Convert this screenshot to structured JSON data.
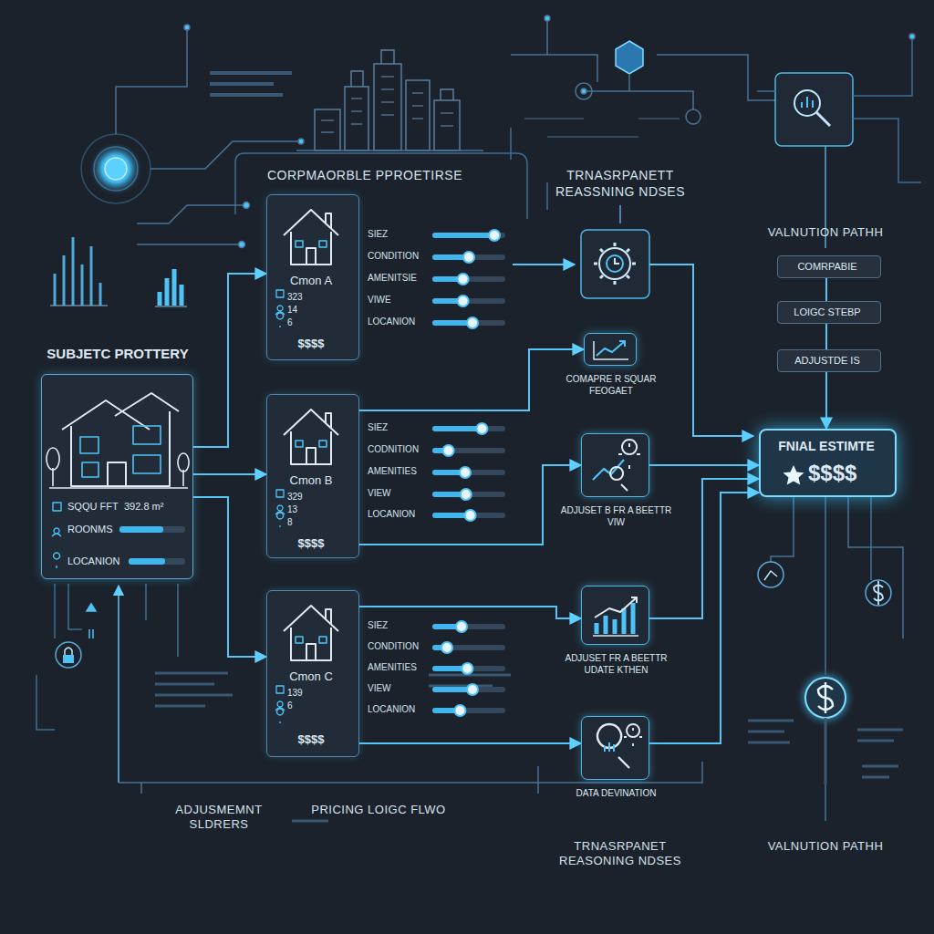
{
  "diagram": {
    "nodes": [
      {
        "text": [
          "SUBJETC PROTTERY",
          "SQQU FFT",
          "392.8 m²",
          "ROONMS",
          "LOCANION"
        ]
      },
      {
        "text": [
          "Cmon A",
          "323",
          "14",
          "6",
          "$$$$"
        ]
      },
      {
        "text": [
          "Cmon B",
          "329",
          "13",
          "8",
          "$$$$"
        ]
      },
      {
        "text": [
          "Cmon C",
          "139",
          "6",
          "$$$$"
        ]
      },
      {
        "text": [
          "COMAPRE R SQUAR FEOGAET"
        ]
      },
      {
        "text": [
          "ADJUSET B FR A BEETTR VIW"
        ]
      },
      {
        "text": [
          "ADJUSET FR A BEETTR UDATE KTHEN"
        ]
      },
      {
        "text": [
          "DATA DEVINATION"
        ]
      },
      {
        "text": [
          "COMRPABIE"
        ]
      },
      {
        "text": [
          "LOIGC STEBP"
        ]
      },
      {
        "text": [
          "ADJUSTDE IS"
        ]
      },
      {
        "text": [
          "FNIAL ESTIMTE",
          "$$$$"
        ]
      }
    ],
    "edges": [
      {
        "from": 0,
        "to": 1,
        "arrow": "to"
      },
      {
        "from": 0,
        "to": 2,
        "arrow": "to"
      },
      {
        "from": 0,
        "to": 3,
        "arrow": "to"
      },
      {
        "from": 2,
        "to": 4,
        "arrow": "to"
      },
      {
        "from": 2,
        "to": 5,
        "arrow": "to"
      },
      {
        "from": 3,
        "to": 6,
        "arrow": "to"
      },
      {
        "from": 3,
        "to": 7,
        "arrow": "to"
      },
      {
        "from": 5,
        "to": 11,
        "arrow": "to"
      },
      {
        "from": 6,
        "to": 11,
        "arrow": "to"
      },
      {
        "from": 7,
        "to": 11,
        "arrow": "to"
      },
      {
        "from": 8,
        "to": 9,
        "arrow": "none"
      },
      {
        "from": 9,
        "to": 10,
        "arrow": "none"
      },
      {
        "from": 10,
        "to": 11,
        "arrow": "to"
      }
    ],
    "labels": [
      "CORPMAORBLE PPROETIRSE",
      "TRNASRPANETT REASSNING NDSES",
      "VALNUTION PATHH",
      "SIEZ",
      "CONDITION",
      "AMENITSIE",
      "VIWE",
      "LOCANION",
      "SIEZ",
      "CODNITION",
      "AMENITIES",
      "VIEW",
      "LOCANION",
      "SIEZ",
      "CONDITION",
      "AMENITIES",
      "VIEW",
      "LOCANION",
      "ADJUSMEMNT SLDRERS",
      "PRICING LOIGC FLWO",
      "TRNASRPANET REASONING NDSES",
      "VALNUTION PATHH"
    ]
  }
}
